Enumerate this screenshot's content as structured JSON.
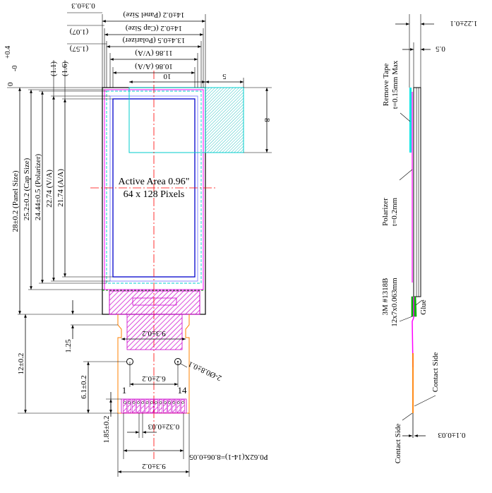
{
  "panel_drawing": {
    "top_dimensions": {
      "panel_width": "14±0.2 (Panel Size)",
      "panel_offset": "0.3±0.3",
      "cap_width": "14±0.2 (Cap Size)",
      "cap_offset": "(1.07)",
      "polarizer_width": "13.4±0.5 (Polarizer)",
      "polarizer_offset": "(1.57)",
      "va_width": "11.86 (V/A)",
      "aa_width": "10.86 (A/A)",
      "h_10": "10",
      "h_5": "5",
      "v_8": "8"
    },
    "left_dimensions": {
      "tol_plus": "+0.4",
      "tol_zero": "0",
      "tol_minus": "-0",
      "offset_1": "(1.1)",
      "offset_2": "(1.6)",
      "panel_height": "28±0.2 (Panel Size)",
      "cap_height": "25.2±0.2 (Cap Size)",
      "polarizer_height": "24.44±0.5 (Polarizer)",
      "va_height": "22.74 (V/A)",
      "aa_height": "21.74 (A/A)",
      "fpc_length": "12±0.2",
      "stiffener": "1.25",
      "hole_to_end": "6.1±0.2",
      "finger_length": "1.85±0.2"
    },
    "active_area": {
      "line1": "Active Area 0.96\"",
      "line2": "64 x 128 Pixels"
    },
    "fpc": {
      "width_top": "9.3±0.2",
      "hole_spacing": "6.2±0.2",
      "hole_dia": "2-Ø0.8±0.1",
      "pin_first": "1",
      "pin_last": "14",
      "pin_width": "0.32±0.03",
      "pitch": "P0.62X(14-1)=8.06±0.05",
      "width_bottom": "9.3±0.2"
    }
  },
  "side_view": {
    "total_thickness": "1.22±0.1",
    "cap_thickness": "0.5",
    "remove_tape": "Remove Tape",
    "tape_thickness": "t=0.15mm Max",
    "polarizer": "Polarizer",
    "polarizer_thickness": "t=0.2mm",
    "glue": "Glue",
    "tape_model": "3M #1318B",
    "tape_size": "12x7x0.063mm",
    "contact_side_upper": "Contact Side",
    "contact_side_lower": "Contact Side",
    "fpc_thickness": "0.1±0.03"
  },
  "colors": {
    "panel_outline": "#000000",
    "cap_outline": "#ff00ff",
    "polarizer_outline": "#00cccc",
    "va_outline": "#8080ff",
    "aa_outline": "#0000cc",
    "center_line": "#ff0000",
    "fpc_outline": "#ff8000",
    "tape_fill": "#00e5e5",
    "ic_fill": "#ff66ff",
    "glue_fill": "#00c000"
  }
}
